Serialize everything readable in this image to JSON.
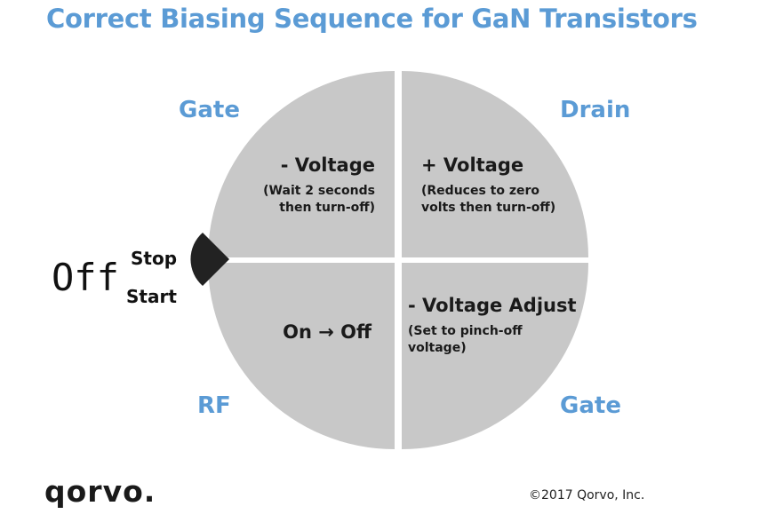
{
  "title": "Correct Biasing Sequence for GaN Transistors",
  "quadrants": {
    "top_left": {
      "label": "Gate",
      "heading": "- Voltage",
      "note_line1": "(Wait 2 seconds",
      "note_line2": "then turn-off)"
    },
    "top_right": {
      "label": "Drain",
      "heading": "+ Voltage",
      "note_line1": "(Reduces to zero",
      "note_line2": "volts then turn-off)"
    },
    "bottom_left": {
      "label": "RF",
      "heading": "On → Off"
    },
    "bottom_right": {
      "label": "Gate",
      "heading": "- Voltage Adjust",
      "note_line1": "(Set to pinch-off",
      "note_line2": "voltage)"
    }
  },
  "state_label": "Off",
  "stop_label": "Stop",
  "start_label": "Start",
  "logo_text": "qorvo.",
  "copyright": "©2017 Qorvo, Inc.",
  "colors": {
    "title_blue": "#5b9bd5",
    "pie_gray": "#c8c8c8",
    "marker": "#222222"
  }
}
